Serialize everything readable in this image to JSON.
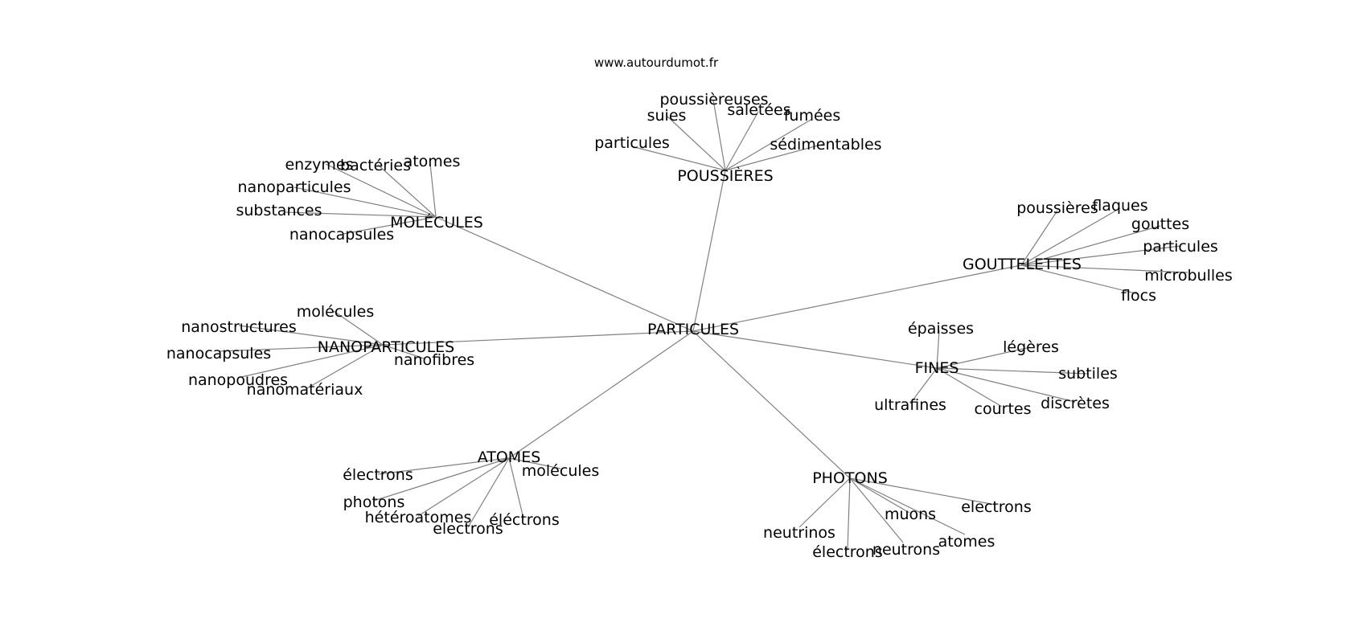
{
  "website": "www.autourdumot.fr",
  "graph": {
    "center": "PARTICULES",
    "clusters": [
      {
        "label": "POUSSIÈRES",
        "leaves": [
          "particules",
          "suies",
          "poussièreuses",
          "saletées",
          "fumées",
          "sédimentables"
        ]
      },
      {
        "label": "MOLÉCULES",
        "leaves": [
          "enzymes",
          "bactéries",
          "atomes",
          "nanoparticules",
          "substances",
          "nanocapsules"
        ]
      },
      {
        "label": "GOUTTELETTES",
        "leaves": [
          "poussières",
          "flaques",
          "gouttes",
          "particules",
          "microbulles",
          "flocs"
        ]
      },
      {
        "label": "NANOPARTICULES",
        "leaves": [
          "molécules",
          "nanostructures",
          "nanocapsules",
          "nanofibres",
          "nanopoudres",
          "nanomatériaux"
        ]
      },
      {
        "label": "FINES",
        "leaves": [
          "épaisses",
          "légères",
          "subtiles",
          "discrètes",
          "courtes",
          "ultrafines"
        ]
      },
      {
        "label": "ATOMES",
        "leaves": [
          "électrons",
          "photons",
          "hétéroatomes",
          "electrons",
          "éléctrons",
          "molécules"
        ]
      },
      {
        "label": "PHOTONS",
        "leaves": [
          "neutrinos",
          "électrons",
          "neutrons",
          "atomes",
          "muons",
          "electrons"
        ]
      }
    ]
  }
}
